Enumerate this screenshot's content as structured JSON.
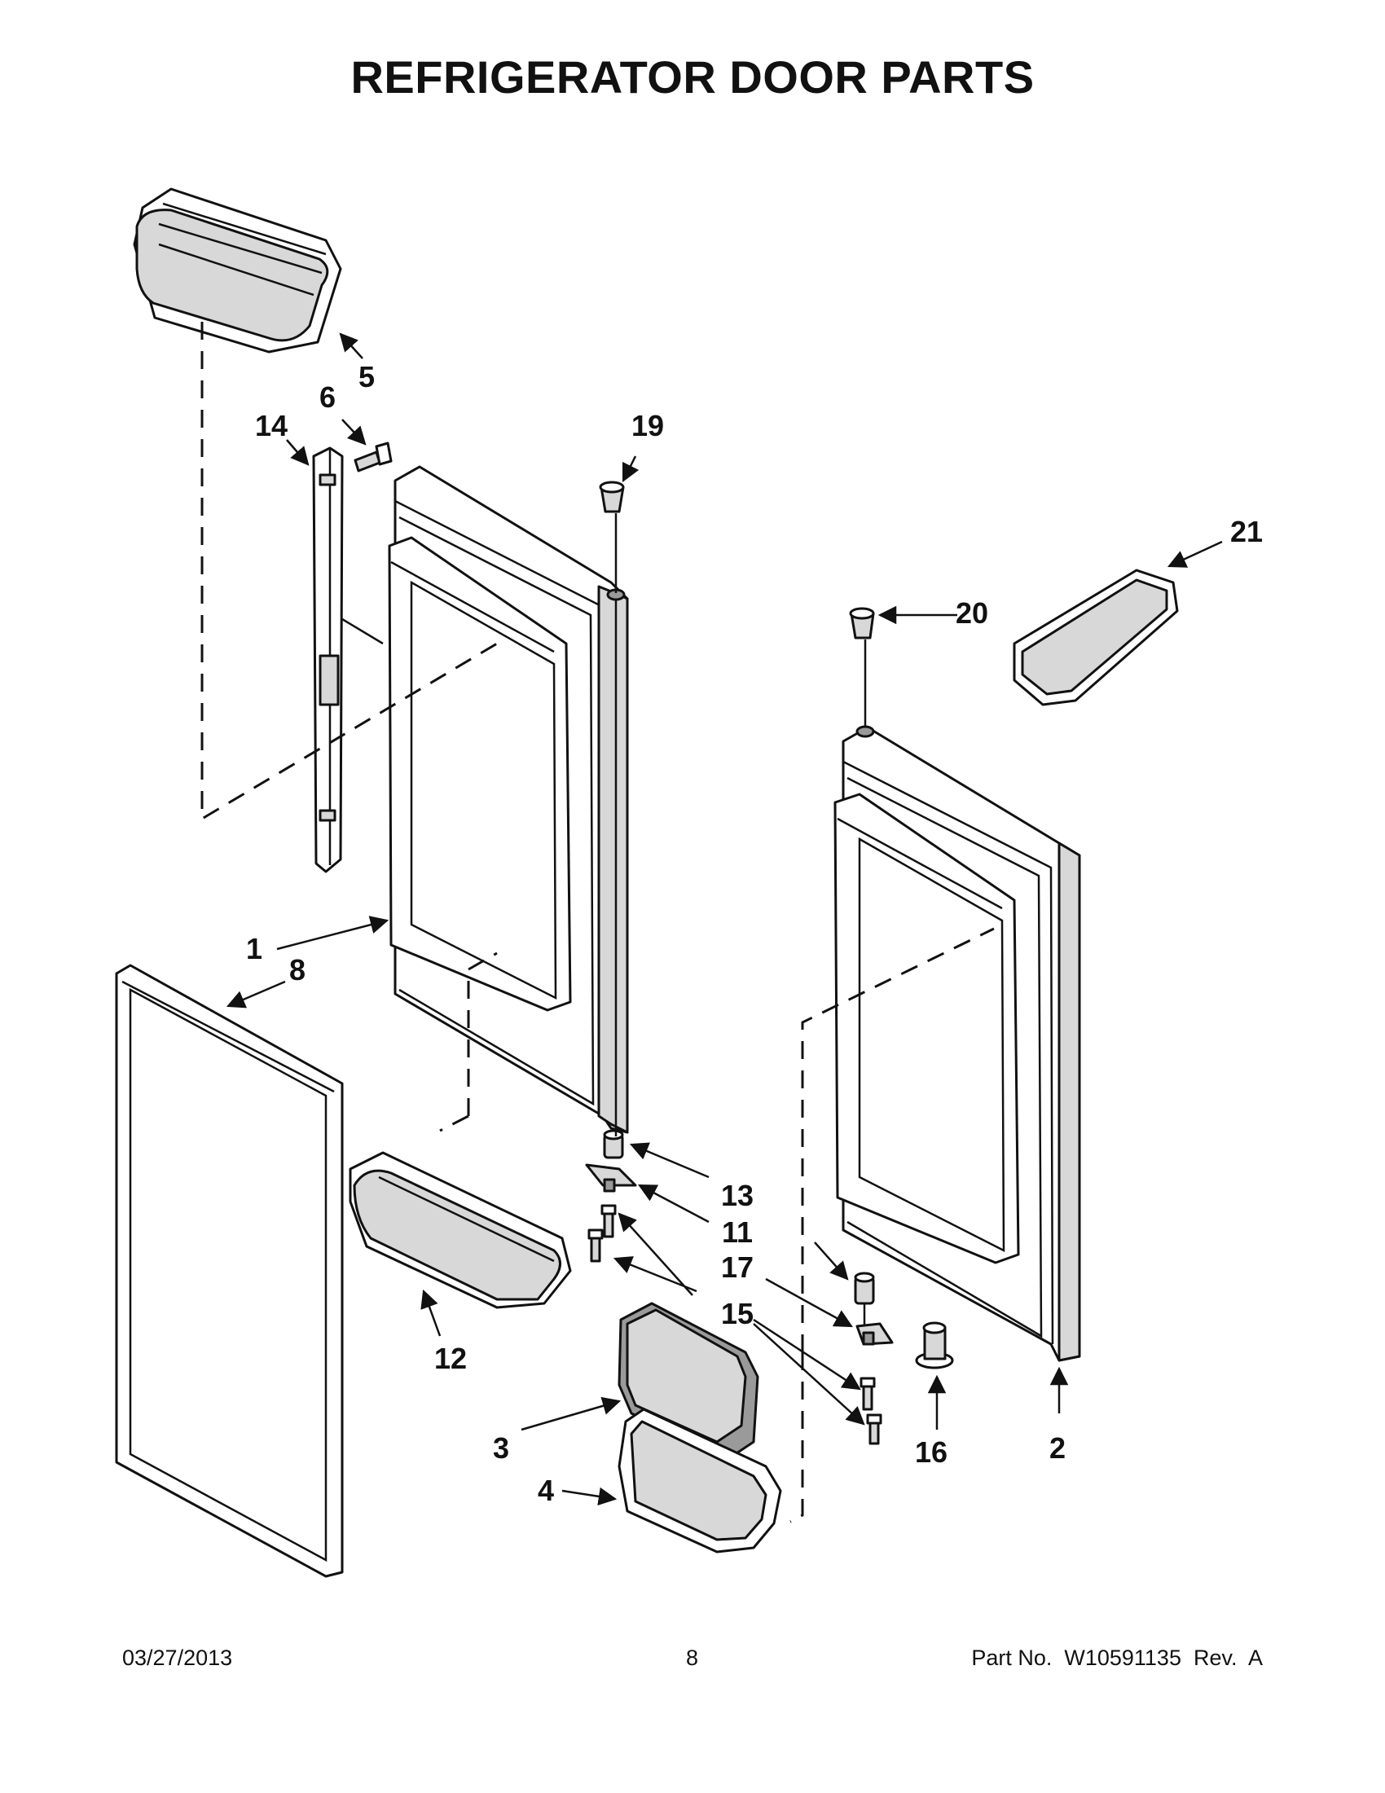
{
  "title": "REFRIGERATOR DOOR PARTS",
  "callouts": {
    "p1": "1",
    "p2": "2",
    "p3": "3",
    "p4": "4",
    "p5": "5",
    "p6": "6",
    "p8": "8",
    "p11": "11",
    "p12": "12",
    "p13": "13",
    "p14": "14",
    "p15": "15",
    "p16": "16",
    "p17": "17",
    "p19": "19",
    "p20": "20",
    "p21": "21"
  },
  "footer": {
    "date": "03/27/2013",
    "page": "8",
    "part": "Part No.  W10591135  Rev.  A"
  }
}
